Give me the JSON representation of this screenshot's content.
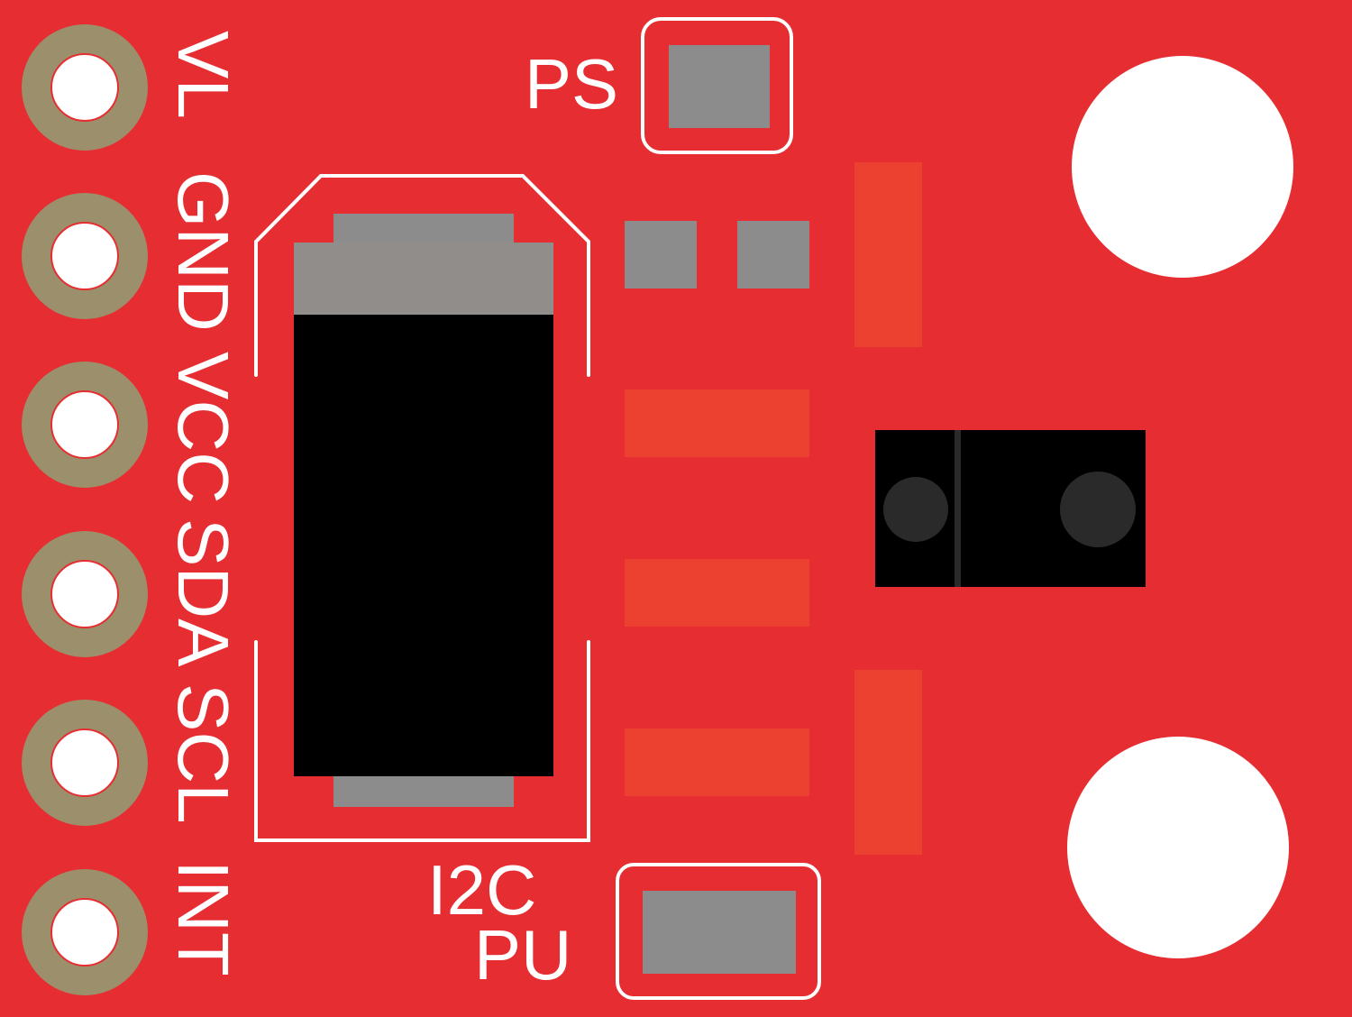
{
  "board": {
    "colors": {
      "board": "#e62d31",
      "ring": "#9c8f6b",
      "pad": "#8c8c8c",
      "trace": "#ec4130",
      "silk": "#ffffff",
      "ic": "#000000",
      "ic_top": "#918d8b",
      "lens": "#2a2a2a"
    },
    "pins": [
      {
        "label": "VL"
      },
      {
        "label": "GND"
      },
      {
        "label": "VCC"
      },
      {
        "label": "SDA"
      },
      {
        "label": "SCL"
      },
      {
        "label": "INT"
      }
    ],
    "jumpers": {
      "ps_label": "PS",
      "i2c_label_line1": "I2C",
      "i2c_label_line2": "PU"
    }
  }
}
